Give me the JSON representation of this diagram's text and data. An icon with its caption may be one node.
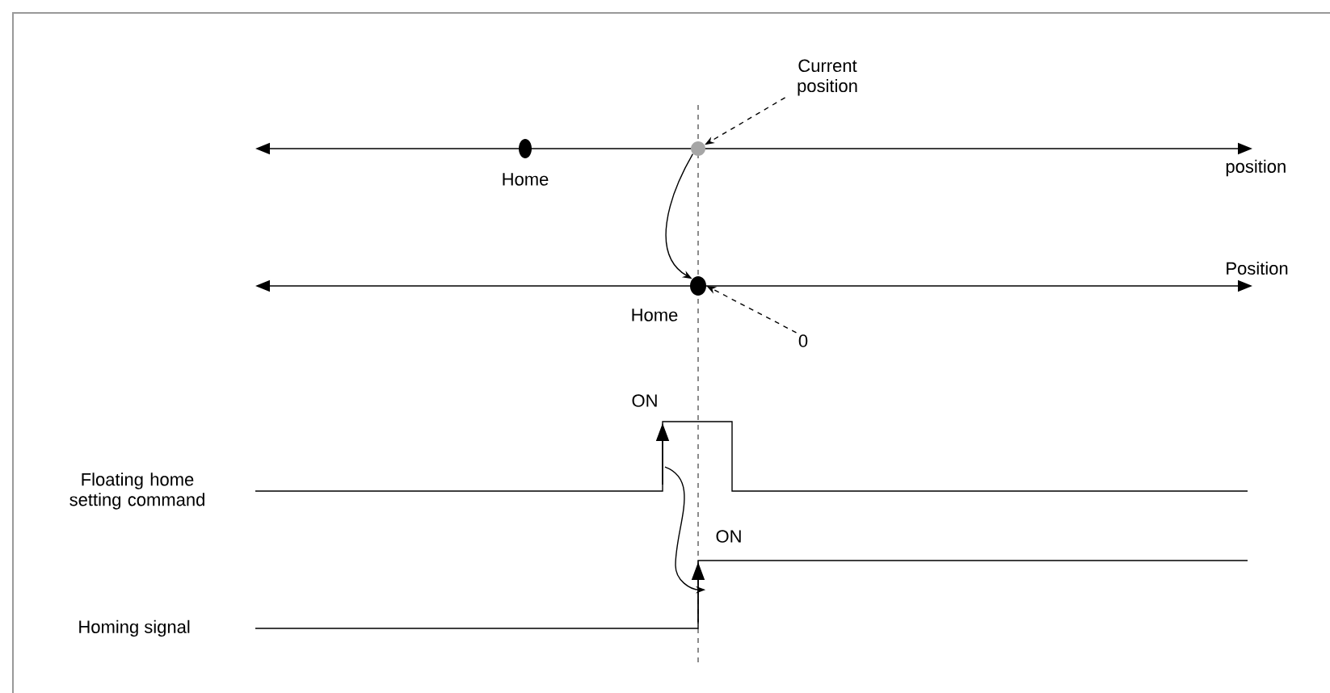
{
  "diagram": {
    "nodes": [
      {
        "text": [
          "Current position"
        ]
      },
      {
        "text": [],
        "shape": "circle"
      },
      {
        "text": [],
        "shape": "circle",
        "beside": [
          "Home"
        ]
      },
      {
        "text": [],
        "shape": "circle",
        "beside": [
          "Home"
        ]
      },
      {
        "text": [
          "0"
        ]
      },
      {
        "text": [
          "Floating home setting command"
        ]
      },
      {
        "text": [
          "Homing signal"
        ]
      },
      {
        "text": [
          "ON"
        ]
      },
      {
        "text": [
          "ON"
        ]
      }
    ],
    "edges": [
      {
        "from": 0,
        "to": 1,
        "arrow": "to",
        "style": "dashed"
      },
      {
        "from": 1,
        "to": 3,
        "arrow": "to"
      },
      {
        "from": 4,
        "to": 3,
        "arrow": "to",
        "style": "dashed"
      },
      {
        "from": 7,
        "to": 8,
        "arrow": "to"
      }
    ],
    "labels": [
      "position",
      "Position"
    ]
  }
}
